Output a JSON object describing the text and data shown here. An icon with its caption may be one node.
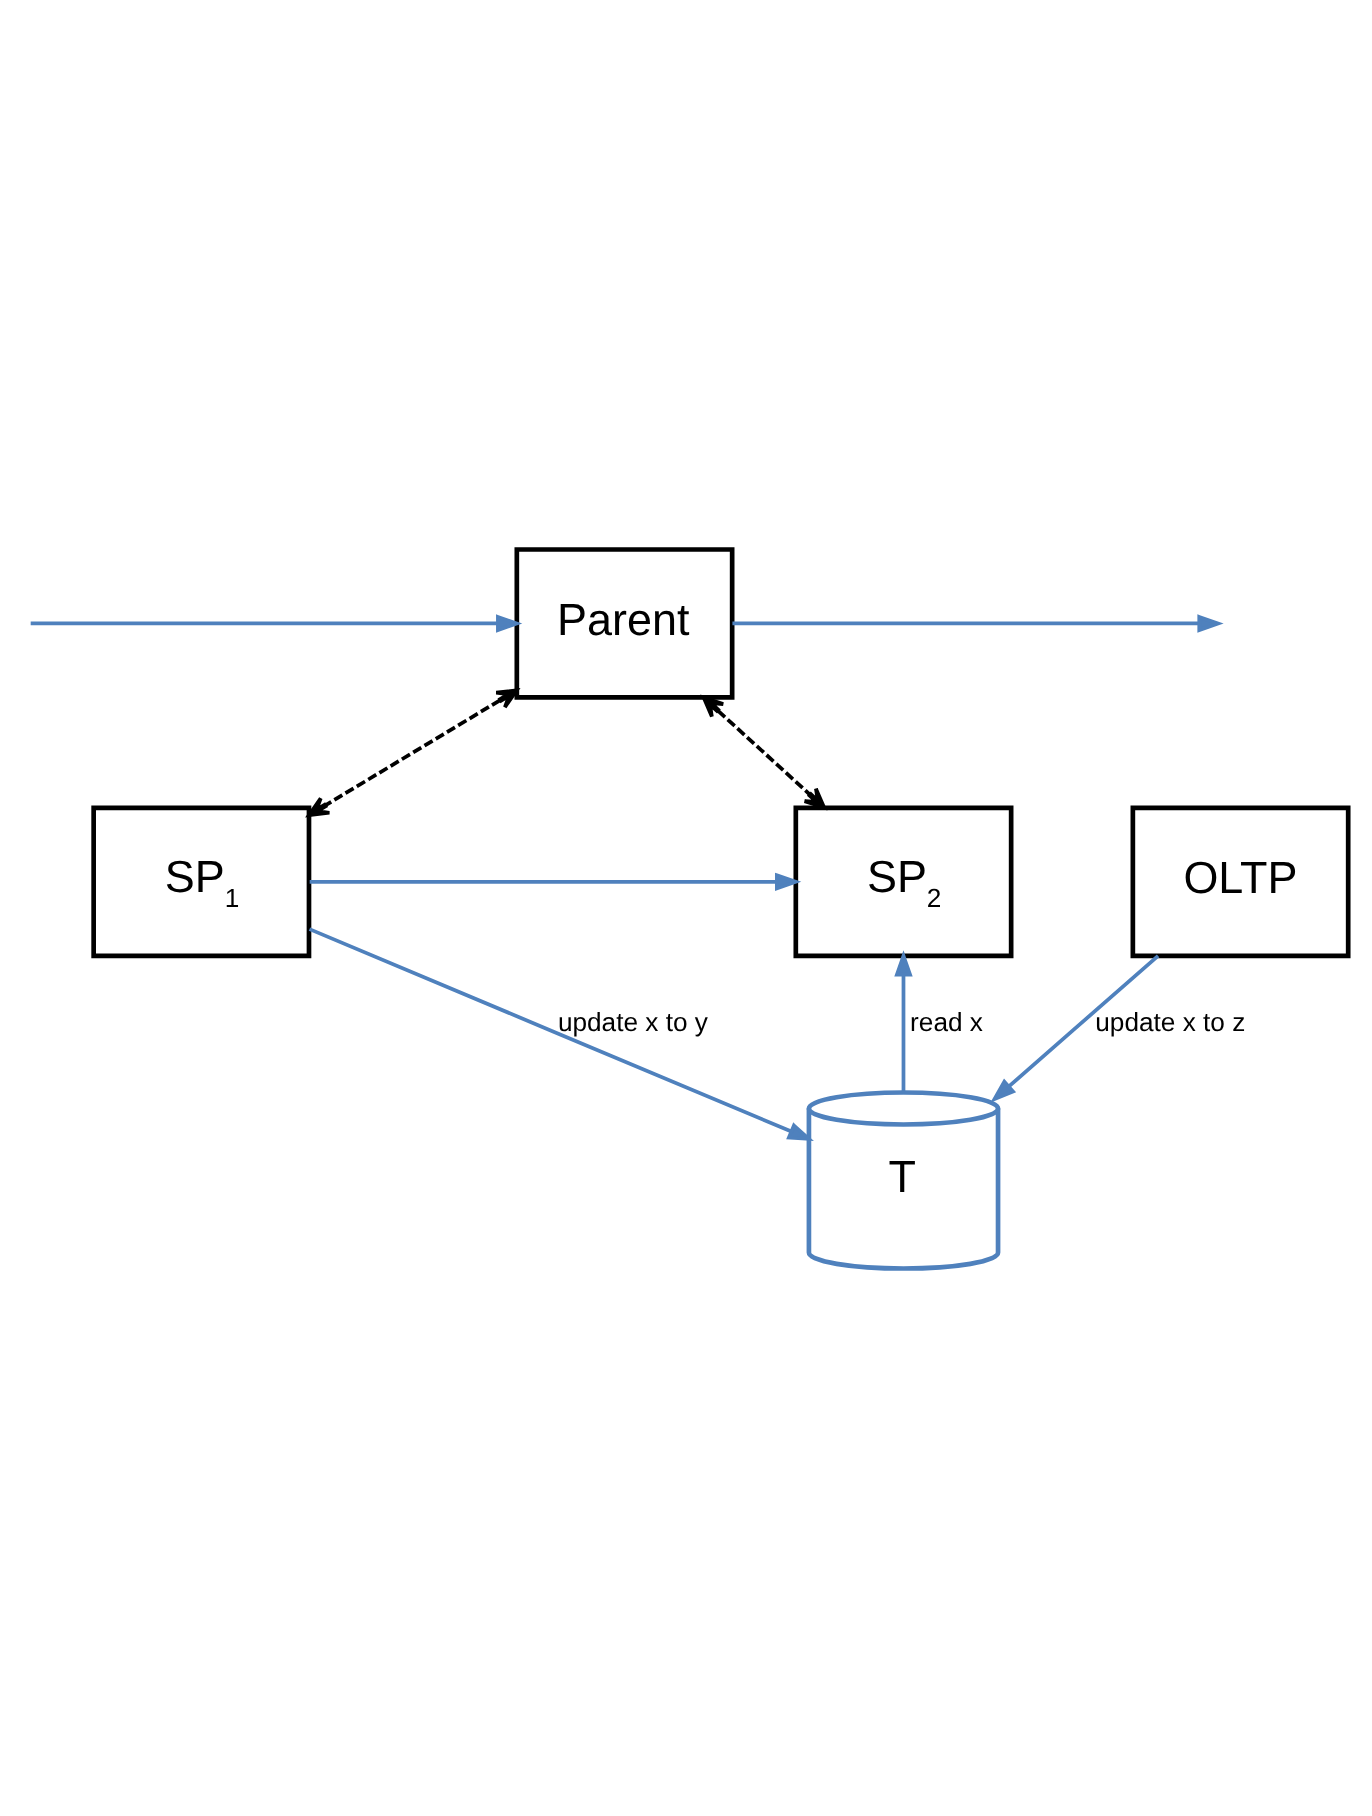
{
  "diagram": {
    "nodes": [
      {
        "text": [
          "Parent"
        ]
      },
      {
        "text": [
          "SP$_{1}$"
        ]
      },
      {
        "text": [
          "SP$_{2}$"
        ]
      },
      {
        "text": [
          "T"
        ]
      },
      {
        "text": [
          "OLTP"
        ]
      }
    ],
    "edges": [
      {
        "from": null,
        "to": 0,
        "arrow": "to"
      },
      {
        "from": 0,
        "to": null,
        "arrow": "to"
      },
      {
        "from": 0,
        "to": 1,
        "arrow": "both",
        "style": "dashed",
        "color": "#000000"
      },
      {
        "from": 0,
        "to": 2,
        "arrow": "both",
        "style": "dashed",
        "color": "#000000"
      },
      {
        "from": 1,
        "to": 2,
        "arrow": "to"
      },
      {
        "from": 1,
        "to": 3,
        "arrow": "to",
        "label": "update x to y"
      },
      {
        "from": 3,
        "to": 2,
        "arrow": "to",
        "label": "read x"
      },
      {
        "from": 4,
        "to": 3,
        "arrow": "to",
        "label": "update x to z"
      }
    ]
  }
}
